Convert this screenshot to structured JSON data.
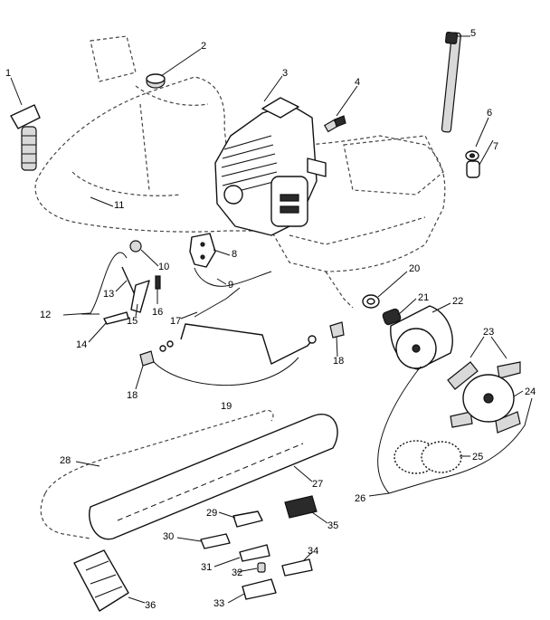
{
  "callouts": [
    {
      "id": "c1",
      "text": "1"
    },
    {
      "id": "c2",
      "text": "2"
    },
    {
      "id": "c3",
      "text": "3"
    },
    {
      "id": "c4",
      "text": "4"
    },
    {
      "id": "c5",
      "text": "5"
    },
    {
      "id": "c6",
      "text": "6"
    },
    {
      "id": "c7",
      "text": "7"
    },
    {
      "id": "c8",
      "text": "8"
    },
    {
      "id": "c9",
      "text": "9"
    },
    {
      "id": "c10",
      "text": "10"
    },
    {
      "id": "c11",
      "text": "11"
    },
    {
      "id": "c12",
      "text": "12"
    },
    {
      "id": "c13",
      "text": "13"
    },
    {
      "id": "c14",
      "text": "14"
    },
    {
      "id": "c15",
      "text": "15"
    },
    {
      "id": "c16",
      "text": "16"
    },
    {
      "id": "c17",
      "text": "17"
    },
    {
      "id": "c18a",
      "text": "18"
    },
    {
      "id": "c18b",
      "text": "18"
    },
    {
      "id": "c19",
      "text": "19"
    },
    {
      "id": "c20",
      "text": "20"
    },
    {
      "id": "c21",
      "text": "21"
    },
    {
      "id": "c22",
      "text": "22"
    },
    {
      "id": "c23",
      "text": "23"
    },
    {
      "id": "c24",
      "text": "24"
    },
    {
      "id": "c25",
      "text": "25"
    },
    {
      "id": "c26",
      "text": "26"
    },
    {
      "id": "c27",
      "text": "27"
    },
    {
      "id": "c28",
      "text": "28"
    },
    {
      "id": "c29",
      "text": "29"
    },
    {
      "id": "c30",
      "text": "30"
    },
    {
      "id": "c31",
      "text": "31"
    },
    {
      "id": "c32",
      "text": "32"
    },
    {
      "id": "c33",
      "text": "33"
    },
    {
      "id": "c34",
      "text": "34"
    },
    {
      "id": "c35",
      "text": "35"
    },
    {
      "id": "c36",
      "text": "36"
    }
  ],
  "colors": {
    "ink": "#111111",
    "paper": "#ffffff",
    "shade": "#2a2a2a"
  }
}
